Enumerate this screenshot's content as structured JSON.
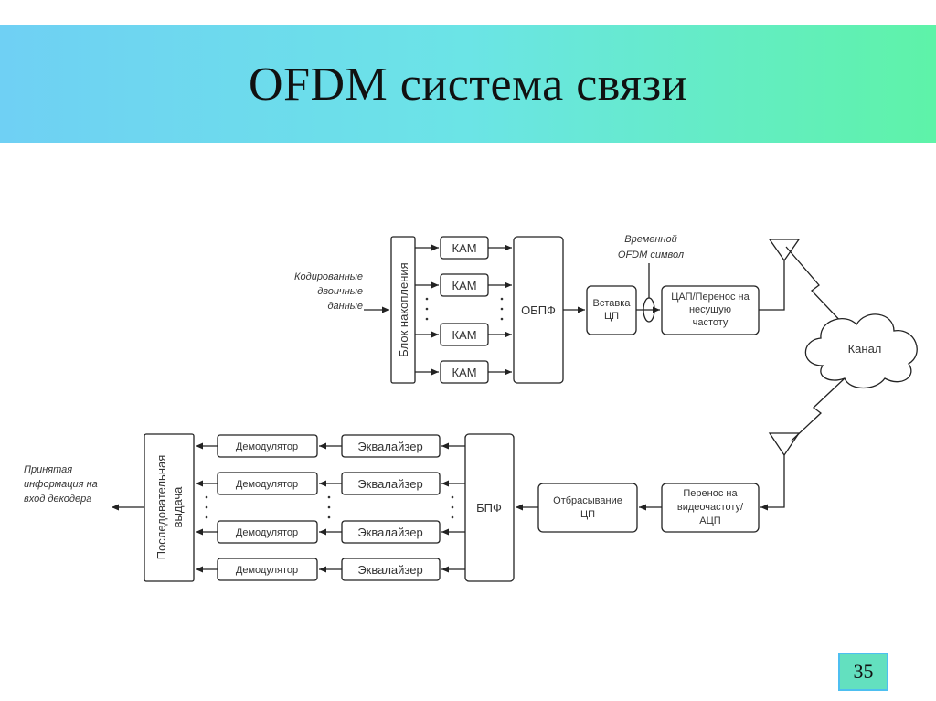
{
  "title": "OFDM система связи",
  "page_number": "35",
  "transmitter": {
    "input_label": [
      "Кодированные",
      "двоичные",
      "данные"
    ],
    "buffer_block": "Блок накопления",
    "kam_blocks": [
      "КАМ",
      "КАМ",
      "КАМ",
      "КАМ"
    ],
    "ifft_block": "ОБПФ",
    "cp_insert_block": [
      "Вставка",
      "ЦП"
    ],
    "time_symbol_label": [
      "Временной",
      "OFDM символ"
    ],
    "dac_block": [
      "ЦАП/Перенос на",
      "несущую",
      "частоту"
    ]
  },
  "channel_label": "Канал",
  "receiver": {
    "adc_block": [
      "Перенос на",
      "видеочастоту/",
      "АЦП"
    ],
    "cp_remove_block": [
      "Отбрасывание",
      "ЦП"
    ],
    "fft_block": "БПФ",
    "equalizer_blocks": [
      "Эквалайзер",
      "Эквалайзер",
      "Эквалайзер",
      "Эквалайзер"
    ],
    "demodulator_blocks": [
      "Демодулятор",
      "Демодулятор",
      "Демодулятор",
      "Демодулятор"
    ],
    "serial_output_block": [
      "Последовательная",
      "выдача"
    ],
    "output_label": [
      "Принятая",
      "информация на",
      "вход декодера"
    ]
  }
}
